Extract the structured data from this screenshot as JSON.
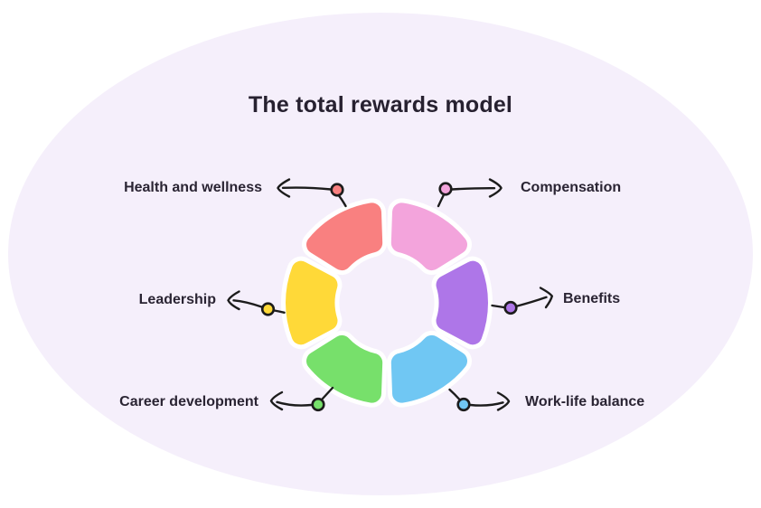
{
  "title": "The total rewards model",
  "colors": {
    "page_background": "#ffffff",
    "ellipse_background": "#f5effb",
    "line": "#1c1c1c",
    "text": "#2a2433",
    "segment_gap": "#ffffff"
  },
  "chart_data": {
    "type": "pie",
    "subtype": "donut-cycle-diagram",
    "title": "The total rewards model",
    "legend_position": "around",
    "segments": [
      {
        "label": "Compensation",
        "value": 1,
        "color": "#f3a4dc",
        "position": "top-right"
      },
      {
        "label": "Benefits",
        "value": 1,
        "color": "#ae76e8",
        "position": "right"
      },
      {
        "label": "Work-life balance",
        "value": 1,
        "color": "#70c7f3",
        "position": "bottom-right"
      },
      {
        "label": "Career development",
        "value": 1,
        "color": "#77e06b",
        "position": "bottom-left"
      },
      {
        "label": "Leadership",
        "value": 1,
        "color": "#ffd938",
        "position": "left"
      },
      {
        "label": "Health and wellness",
        "value": 1,
        "color": "#f98080",
        "position": "top-left"
      }
    ]
  }
}
